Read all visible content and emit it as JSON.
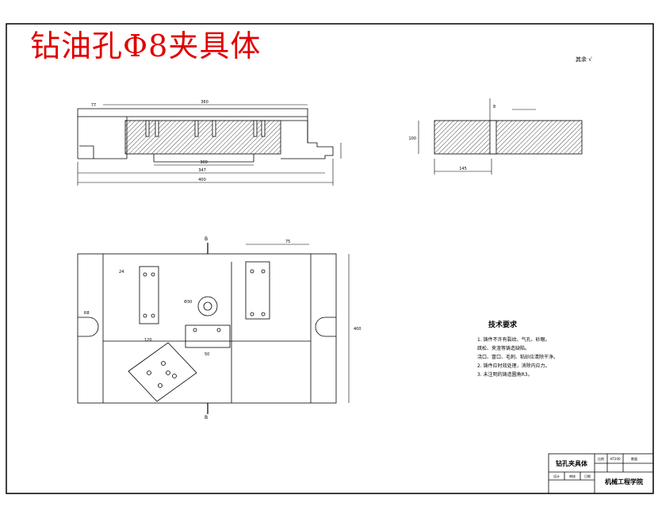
{
  "drawing": {
    "title": "钻油孔Φ8夹具体",
    "roughness_symbol": "其余 √",
    "tech_requirements": {
      "heading": "技术要求",
      "items": [
        "1. 铸件不许有裂纹、气孔、砂眼。",
        "   疏松、夹渣等铸造缺陷。",
        "   浇口、冒口、毛刺、粘砂应清除干净。",
        "2. 铸件应时效处理，消除内应力。",
        "3. 未注明的铸造圆角R3。"
      ]
    },
    "title_block": {
      "part_name": "钻孔夹具体",
      "material": "HT200",
      "scale": "比例",
      "quantity": "数量",
      "school": "机械工程学院",
      "designer": "设计",
      "checker": "审核",
      "date": "日期"
    },
    "section_marks": {
      "top": "B",
      "bottom": "B"
    },
    "dimensions": {
      "front_overall": "400",
      "front_inner": "347",
      "front_base": "300",
      "front_top": "360",
      "front_left": "77",
      "side_width": "145",
      "side_height": "100",
      "side_hole": "8",
      "plan_height": "400",
      "plan_slot": "R8",
      "plan_boss": "Φ30",
      "plan_a": "24",
      "plan_b": "120",
      "plan_c": "75",
      "plan_d": "50"
    }
  }
}
